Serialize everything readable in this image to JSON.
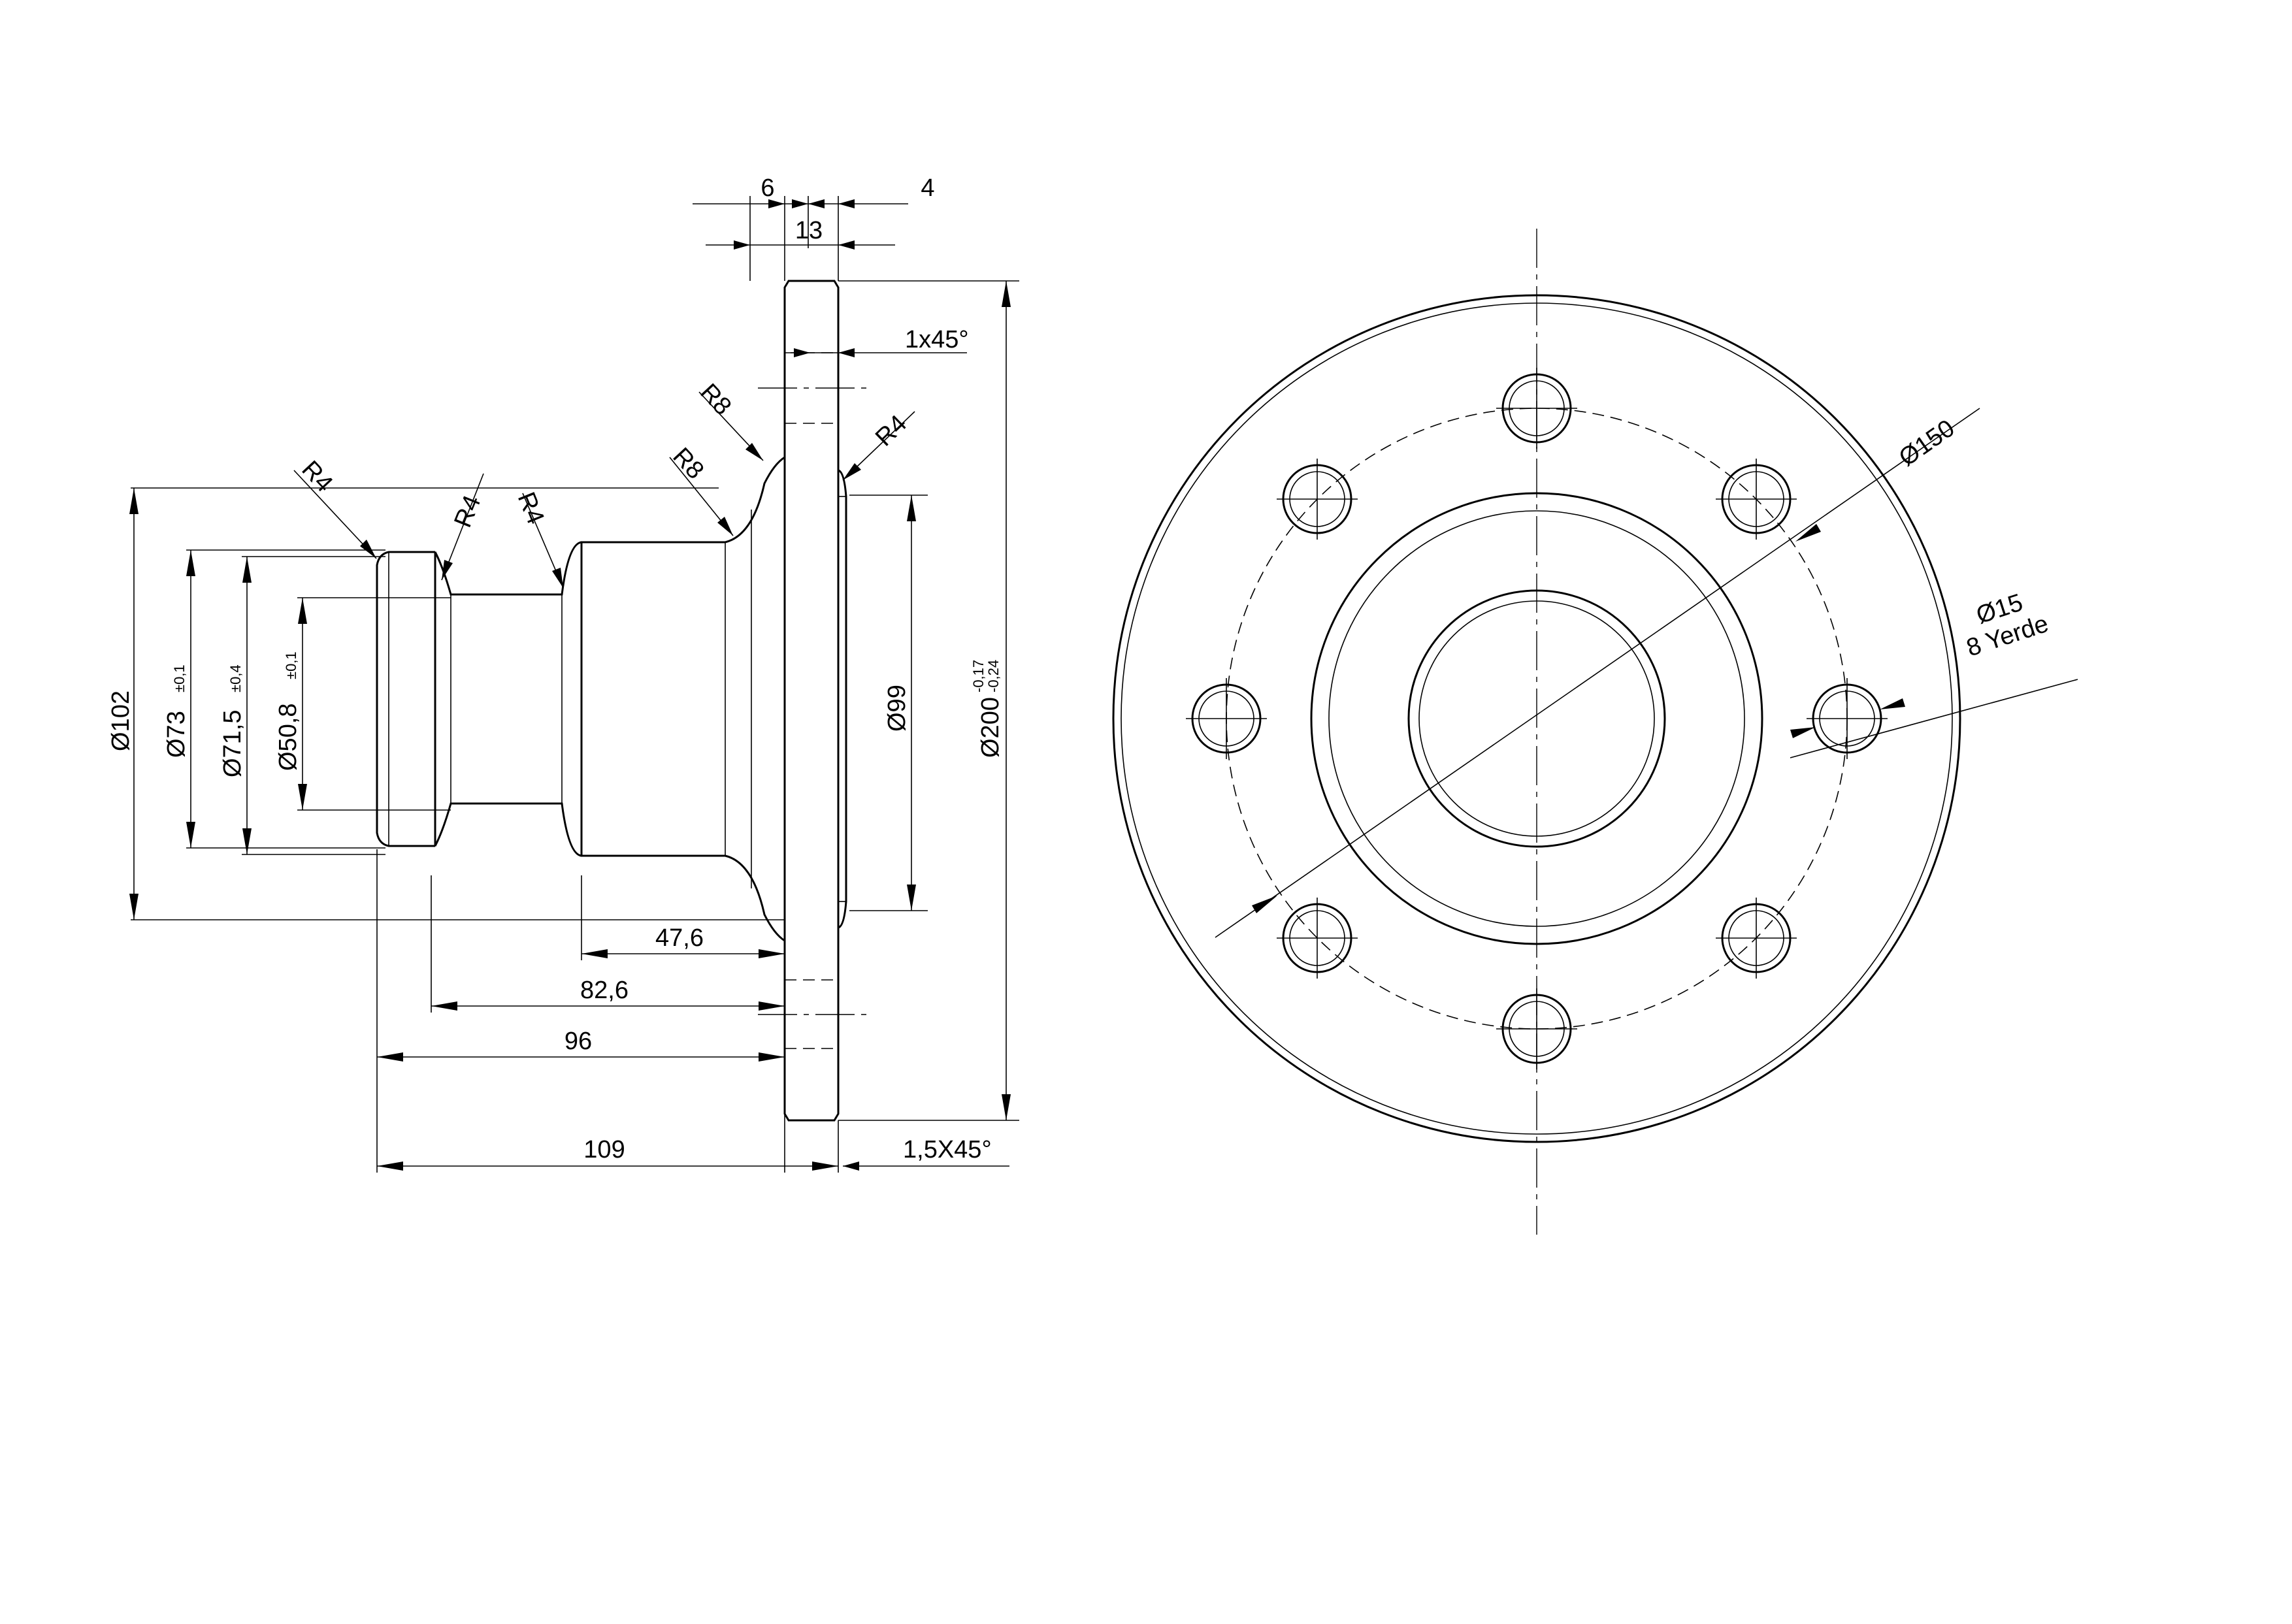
{
  "side_view": {
    "dims": {
      "w6": "6",
      "w4": "4",
      "w13": "13",
      "chamfer_1x45": "1x45°",
      "r8_upper": "R8",
      "r8_lower": "R8",
      "r4_right": "R4",
      "r4_left": "R4",
      "r4_mid1": "R4",
      "r4_mid2": "R4",
      "d102": "Ø102",
      "d73": "Ø73",
      "d73_tol": "±0,1",
      "d71_5": "Ø71,5",
      "d71_5_tol": "±0,4",
      "d50_8": "Ø50,8",
      "d50_8_tol": "±0,1",
      "d99": "Ø99",
      "d200": "Ø200",
      "d200_tol_upper": "-0,17",
      "d200_tol_lower": "-0,24",
      "l47_6": "47,6",
      "l82_6": "82,6",
      "l96": "96",
      "l109": "109",
      "chamfer_1_5x45": "1,5X45°"
    }
  },
  "front_view": {
    "dims": {
      "d150": "Ø150",
      "d15": "Ø15",
      "holes_note": "8 Yerde"
    }
  }
}
